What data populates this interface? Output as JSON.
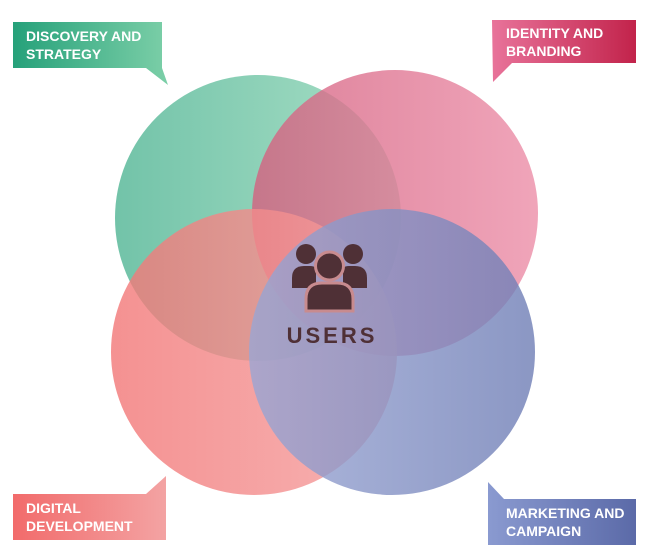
{
  "diagram": {
    "center": {
      "label": "USERS",
      "icon": "users-group-icon",
      "color": "#4f3036"
    },
    "sections": [
      {
        "id": "discovery",
        "lines": [
          "DISCOVERY AND",
          "STRATEGY"
        ],
        "color_start": "#26a17a",
        "color_end": "#7ccfa8"
      },
      {
        "id": "identity",
        "lines": [
          "IDENTITY AND",
          "BRANDING"
        ],
        "color_start": "#e8739a",
        "color_end": "#c2234b"
      },
      {
        "id": "digital",
        "lines": [
          "DIGITAL",
          "DEVELOPMENT"
        ],
        "color_start": "#f26b6b",
        "color_end": "#f3a3a3"
      },
      {
        "id": "marketing",
        "lines": [
          "MARKETING AND",
          "CAMPAIGN"
        ],
        "color_start": "#8a9ad0",
        "color_end": "#5b6aa8"
      }
    ]
  }
}
